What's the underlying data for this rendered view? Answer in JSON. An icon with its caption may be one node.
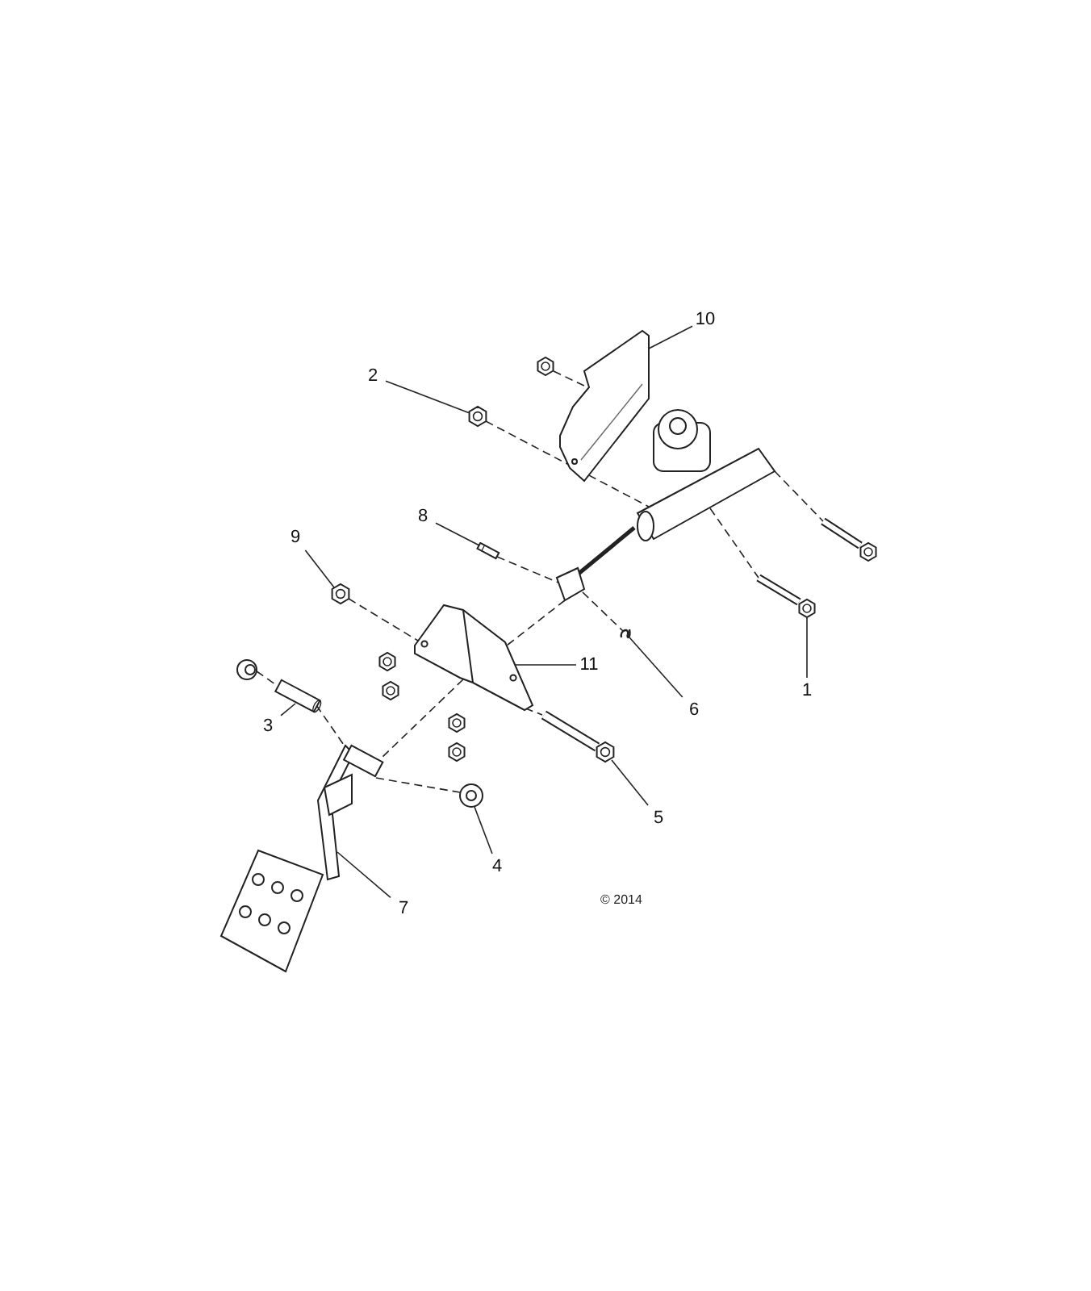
{
  "diagram": {
    "nodes": [
      {
        "text": [
          "10"
        ]
      },
      {
        "text": [
          "2"
        ]
      },
      {
        "text": [
          "8"
        ]
      },
      {
        "text": [
          "9"
        ]
      },
      {
        "text": [
          "11"
        ]
      },
      {
        "text": [
          "1"
        ]
      },
      {
        "text": [
          "6"
        ]
      },
      {
        "text": [
          "3"
        ]
      },
      {
        "text": [
          "5"
        ]
      },
      {
        "text": [
          "4"
        ]
      },
      {
        "text": [
          "7"
        ]
      },
      {
        "text": [],
        "shape": "picture"
      },
      {
        "text": [],
        "shape": "picture"
      },
      {
        "text": [],
        "shape": "bar"
      },
      {
        "text": [],
        "shape": "picture"
      },
      {
        "text": [],
        "shape": "picture"
      },
      {
        "text": [],
        "shape": "picture"
      },
      {
        "text": [],
        "shape": "picture"
      },
      {
        "text": [],
        "shape": "bar"
      },
      {
        "text": [],
        "shape": "picture"
      },
      {
        "text": [],
        "shape": "picture"
      },
      {
        "text": [],
        "shape": "picture"
      },
      {
        "text": [],
        "shape": "picture"
      },
      {
        "text": [],
        "shape": "picture"
      },
      {
        "text": [],
        "shape": "picture"
      },
      {
        "text": [],
        "shape": "picture"
      }
    ],
    "edges": [
      {
        "from": 0,
        "to": 11,
        "arrow": "none"
      },
      {
        "from": 1,
        "to": 12,
        "arrow": "none"
      },
      {
        "from": 2,
        "to": 13,
        "arrow": "none"
      },
      {
        "from": 3,
        "to": 14,
        "arrow": "none"
      },
      {
        "from": 4,
        "to": 15,
        "arrow": "none"
      },
      {
        "from": 5,
        "to": 16,
        "arrow": "none"
      },
      {
        "from": 6,
        "to": 17,
        "arrow": "none"
      },
      {
        "from": 7,
        "to": 18,
        "arrow": "none"
      },
      {
        "from": 8,
        "to": 19,
        "arrow": "none"
      },
      {
        "from": 9,
        "to": 20,
        "arrow": "none"
      },
      {
        "from": 10,
        "to": 21,
        "arrow": "none"
      },
      {
        "from": 23,
        "to": 11,
        "arrow": "none",
        "style": "dashed"
      },
      {
        "from": 12,
        "to": 22,
        "arrow": "none",
        "style": "dashed"
      },
      {
        "from": 14,
        "to": 15,
        "arrow": "none",
        "style": "dashed"
      },
      {
        "from": 13,
        "to": 22,
        "arrow": "none",
        "style": "dashed"
      },
      {
        "from": 22,
        "to": 17,
        "arrow": "none",
        "style": "dashed"
      },
      {
        "from": 22,
        "to": 16,
        "arrow": "none",
        "style": "dashed"
      },
      {
        "from": 22,
        "to": 25,
        "arrow": "none",
        "style": "dashed"
      },
      {
        "from": 22,
        "to": 15,
        "arrow": "none",
        "style": "dashed"
      },
      {
        "from": 15,
        "to": 21,
        "arrow": "none",
        "style": "dashed"
      },
      {
        "from": 21,
        "to": 20,
        "arrow": "none",
        "style": "dashed"
      },
      {
        "from": 15,
        "to": 19,
        "arrow": "none",
        "style": "dashed"
      },
      {
        "from": 24,
        "to": 18,
        "arrow": "none",
        "style": "dashed"
      },
      {
        "from": 18,
        "to": 21,
        "arrow": "none",
        "style": "dashed"
      }
    ],
    "labels": [
      "© 2014"
    ]
  }
}
